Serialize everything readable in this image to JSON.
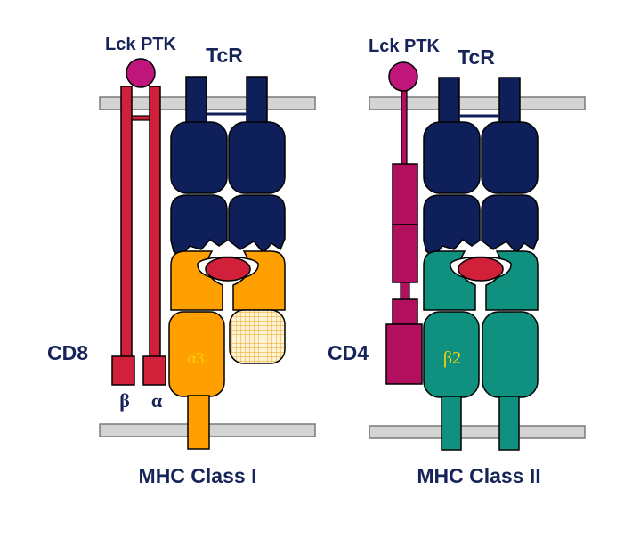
{
  "colors": {
    "tcr": "#0f1f5a",
    "lck": "#c0157a",
    "cd8": "#d0203a",
    "cd4": "#b2105e",
    "mhc1_alpha": "#ff9f00",
    "beta2m_pattern": "#f7c45a",
    "mhc2": "#10907e",
    "peptide": "#d0203a",
    "membrane": "#d4d4d4",
    "label_text": "#16245a",
    "domain_text": "#ffd400"
  },
  "panels": [
    {
      "id": "class-i",
      "lck_label": "Lck PTK",
      "tcr_label": "TcR",
      "coreceptor_label": "CD8",
      "beta_label": "β",
      "alpha_label": "α",
      "domain_label": "α3",
      "caption": "MHC Class I"
    },
    {
      "id": "class-ii",
      "lck_label": "Lck PTK",
      "tcr_label": "TcR",
      "coreceptor_label": "CD4",
      "domain_label": "β2",
      "caption": "MHC Class II"
    }
  ]
}
